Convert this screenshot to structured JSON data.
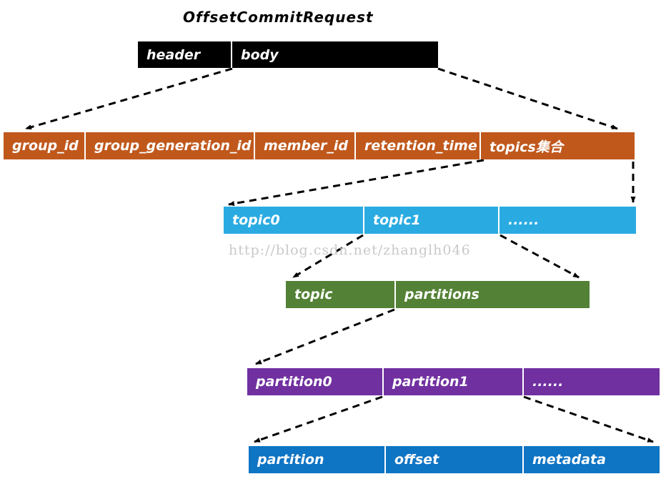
{
  "title": "OffsetCommitRequest",
  "watermark": "http://blog.csdn.net/zhanglh046",
  "colors": {
    "request": "#000000",
    "body_fields": "#C0581C",
    "topics": "#29ABE2",
    "topic_struct": "#538135",
    "partitions": "#7030A0",
    "partition_struct": "#0E74C4",
    "arrow": "#000000",
    "divider": "#FFFFFF",
    "watermark_text": "#C9C9C9"
  },
  "rows": {
    "request": {
      "cells": [
        "header",
        "body"
      ]
    },
    "body_fields": {
      "cells": [
        "group_id",
        "group_generation_id",
        "member_id",
        "retention_time",
        "topics集合"
      ]
    },
    "topics": {
      "cells": [
        "topic0",
        "topic1",
        "......"
      ]
    },
    "topic_struct": {
      "cells": [
        "topic",
        "partitions"
      ]
    },
    "partitions": {
      "cells": [
        "partition0",
        "partition1",
        "......"
      ]
    },
    "partition_struct": {
      "cells": [
        "partition",
        "offset",
        "metadata"
      ]
    }
  }
}
